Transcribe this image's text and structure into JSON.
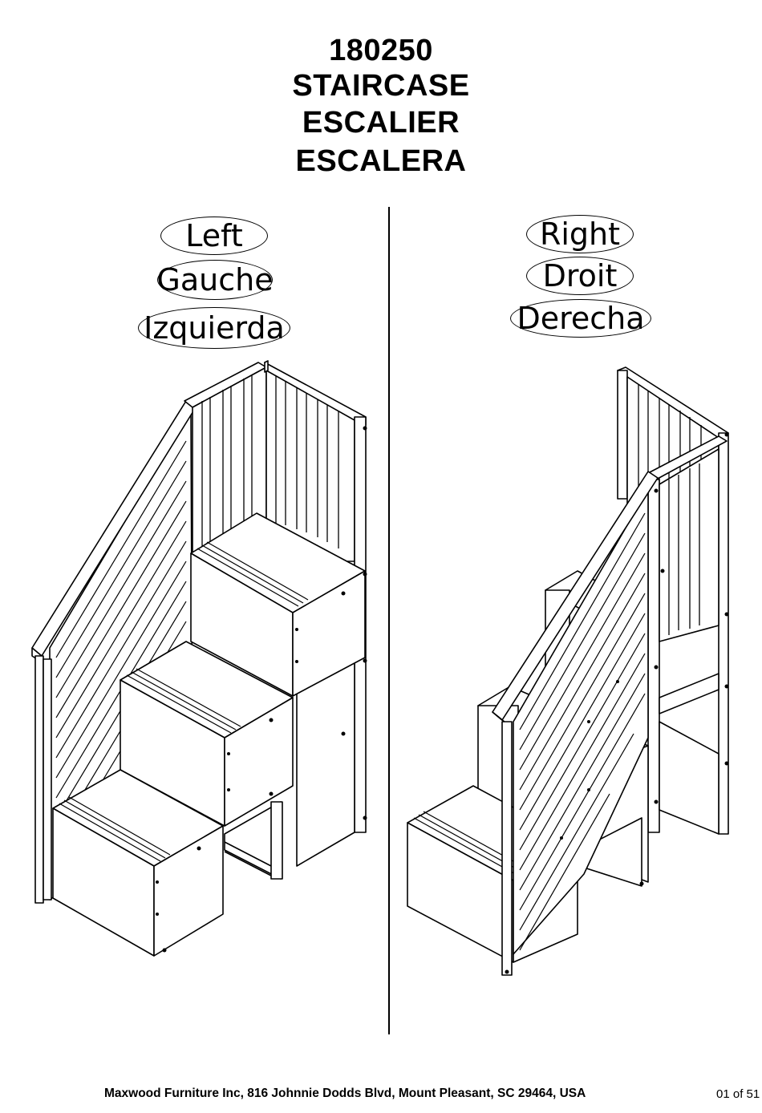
{
  "header": {
    "model_number": "180250",
    "title_en": "STAIRCASE",
    "title_fr": "ESCALIER",
    "title_es": "ESCALERA"
  },
  "left": {
    "label_en": "Left",
    "label_fr": "Gauche",
    "label_es": "Izquierda"
  },
  "right": {
    "label_en": "Right",
    "label_fr": "Droit",
    "label_es": "Derecha"
  },
  "footer": {
    "company": "Maxwood Furniture Inc, 816 Johnnie Dodds Blvd, Mount Pleasant, SC 29464, USA",
    "page": "01 of 51"
  }
}
